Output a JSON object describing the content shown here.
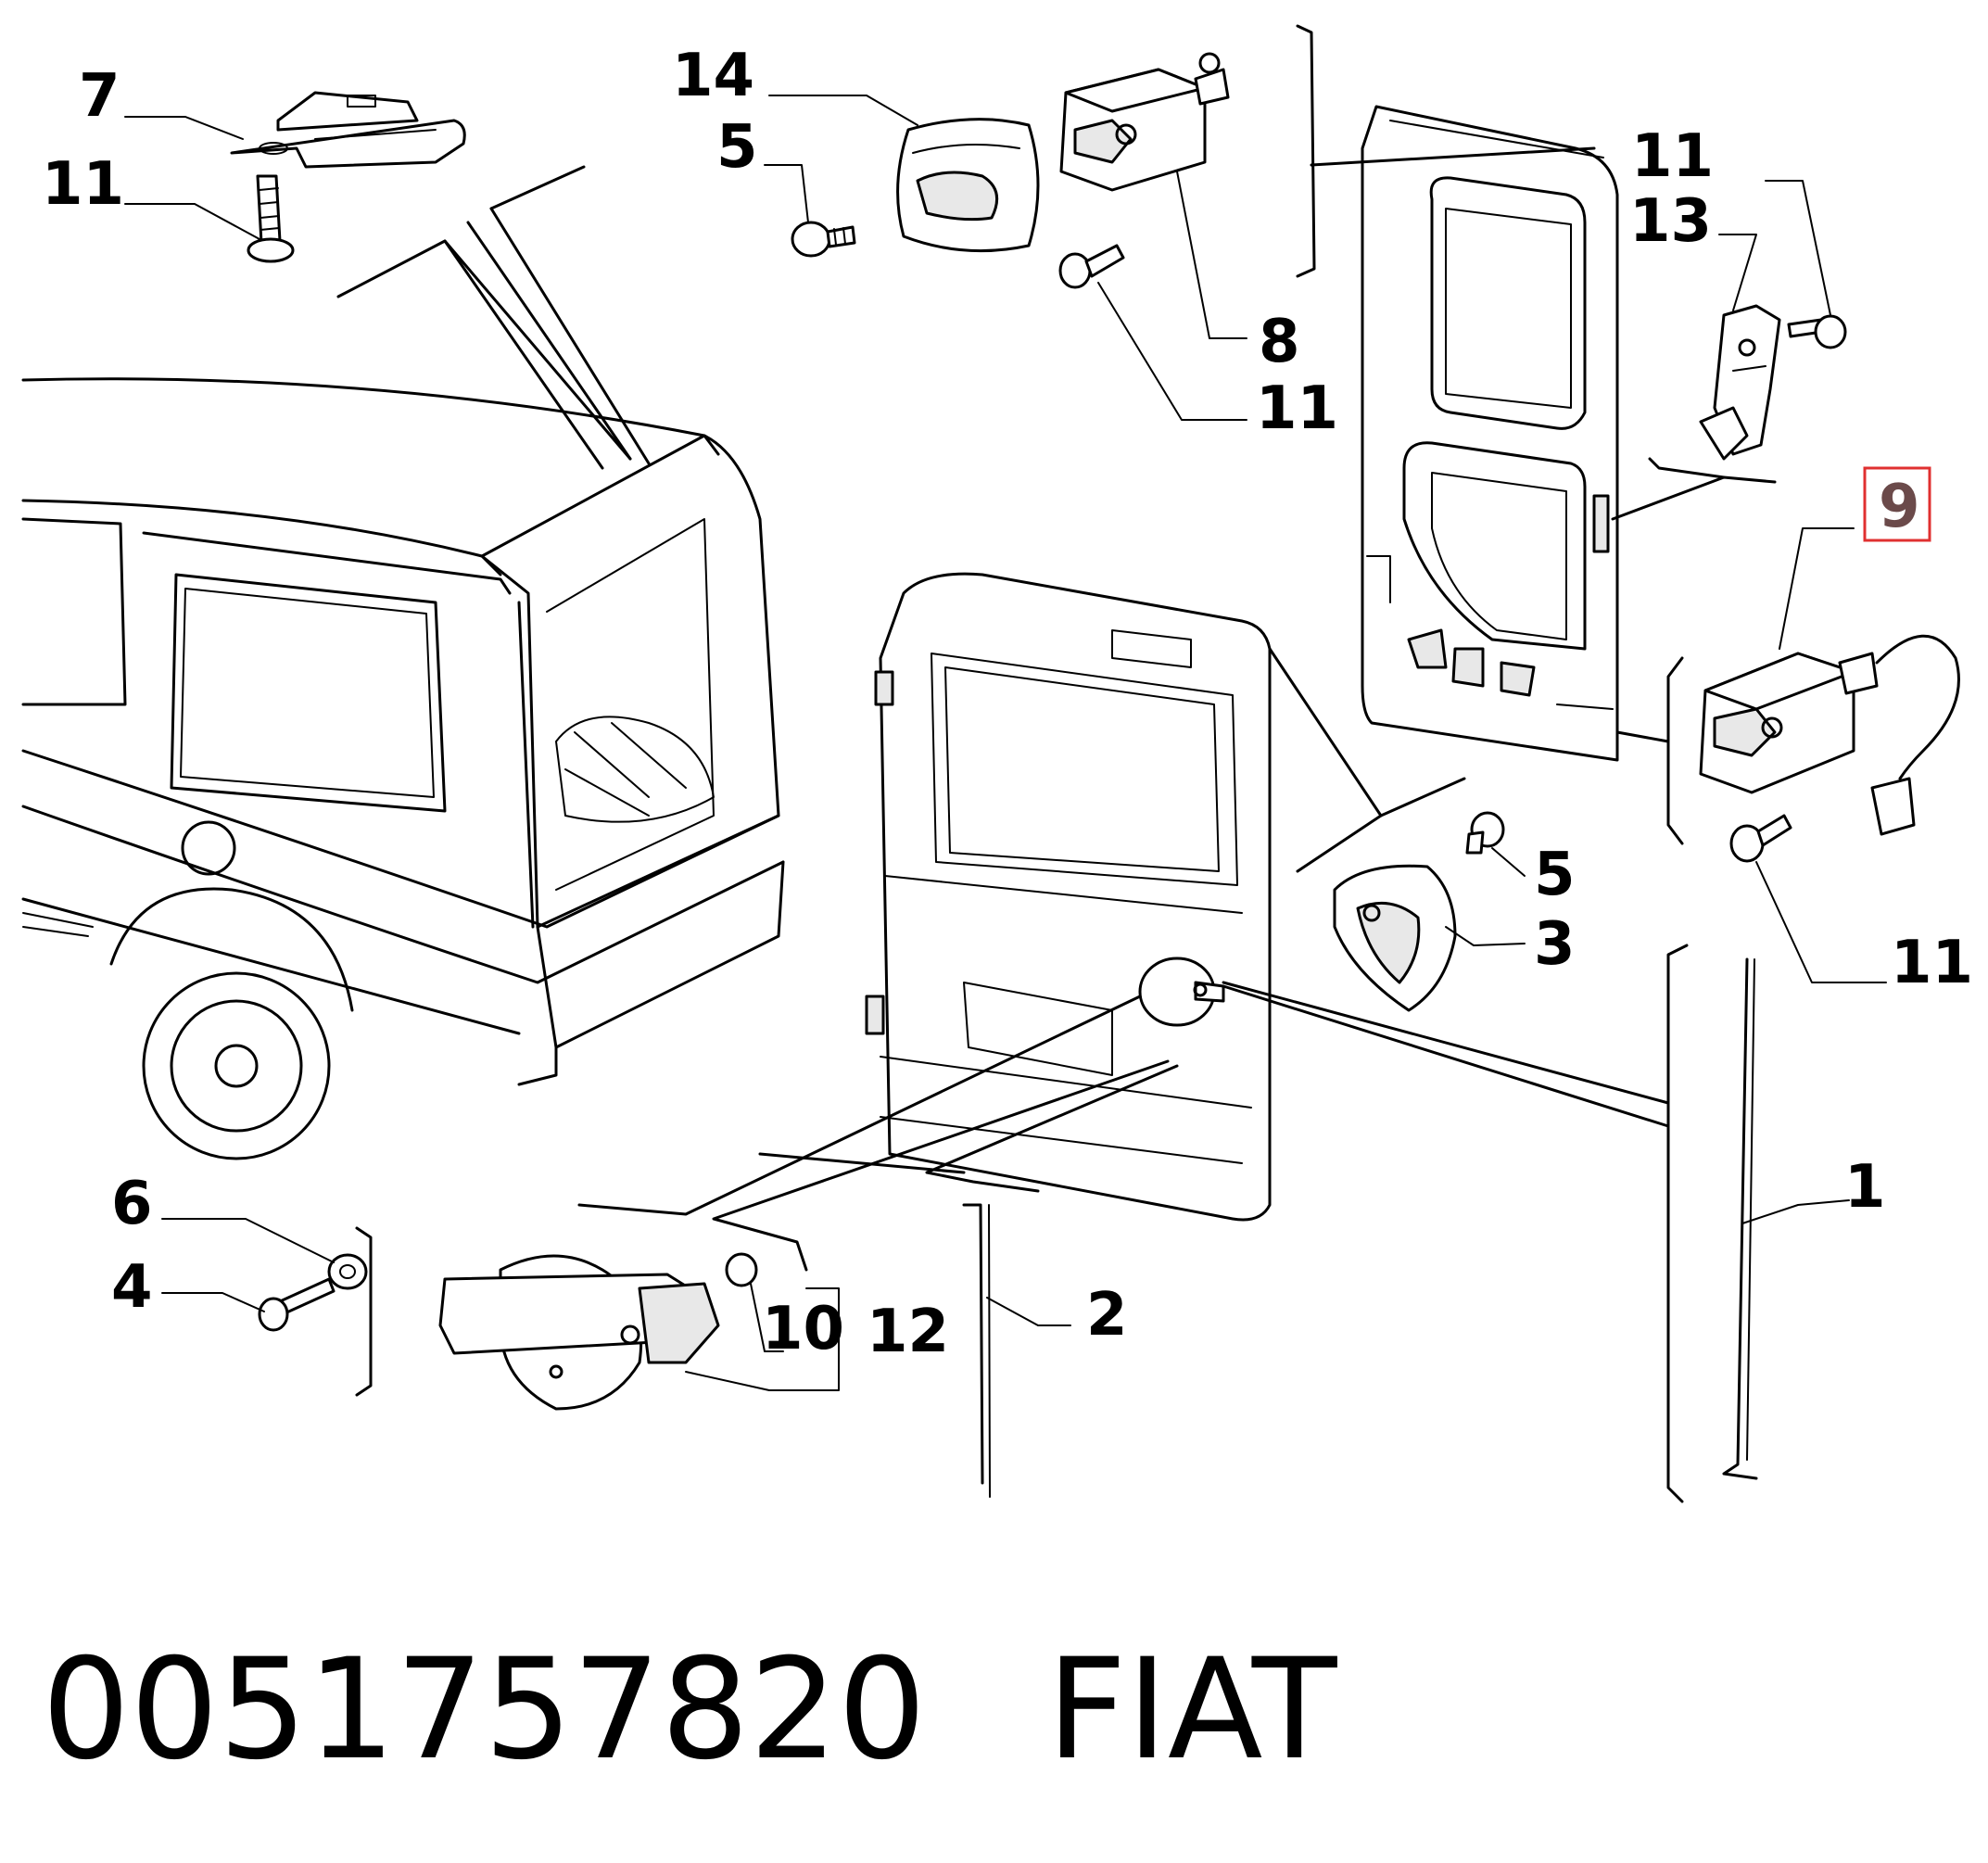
{
  "callouts": {
    "c7": "7",
    "c11a": "11",
    "c14": "14",
    "c5a": "5",
    "c8": "8",
    "c11b": "11",
    "c11c": "11",
    "c13": "13",
    "c9": "9",
    "c5b": "5",
    "c3": "3",
    "c11d": "11",
    "c1": "1",
    "c6": "6",
    "c4": "4",
    "c10": "10",
    "c12": "12",
    "c2": "2"
  },
  "highlight": {
    "color": "#e03030",
    "callout": "9"
  },
  "caption": {
    "part_number": "0051757820",
    "brand": "FIAT"
  }
}
